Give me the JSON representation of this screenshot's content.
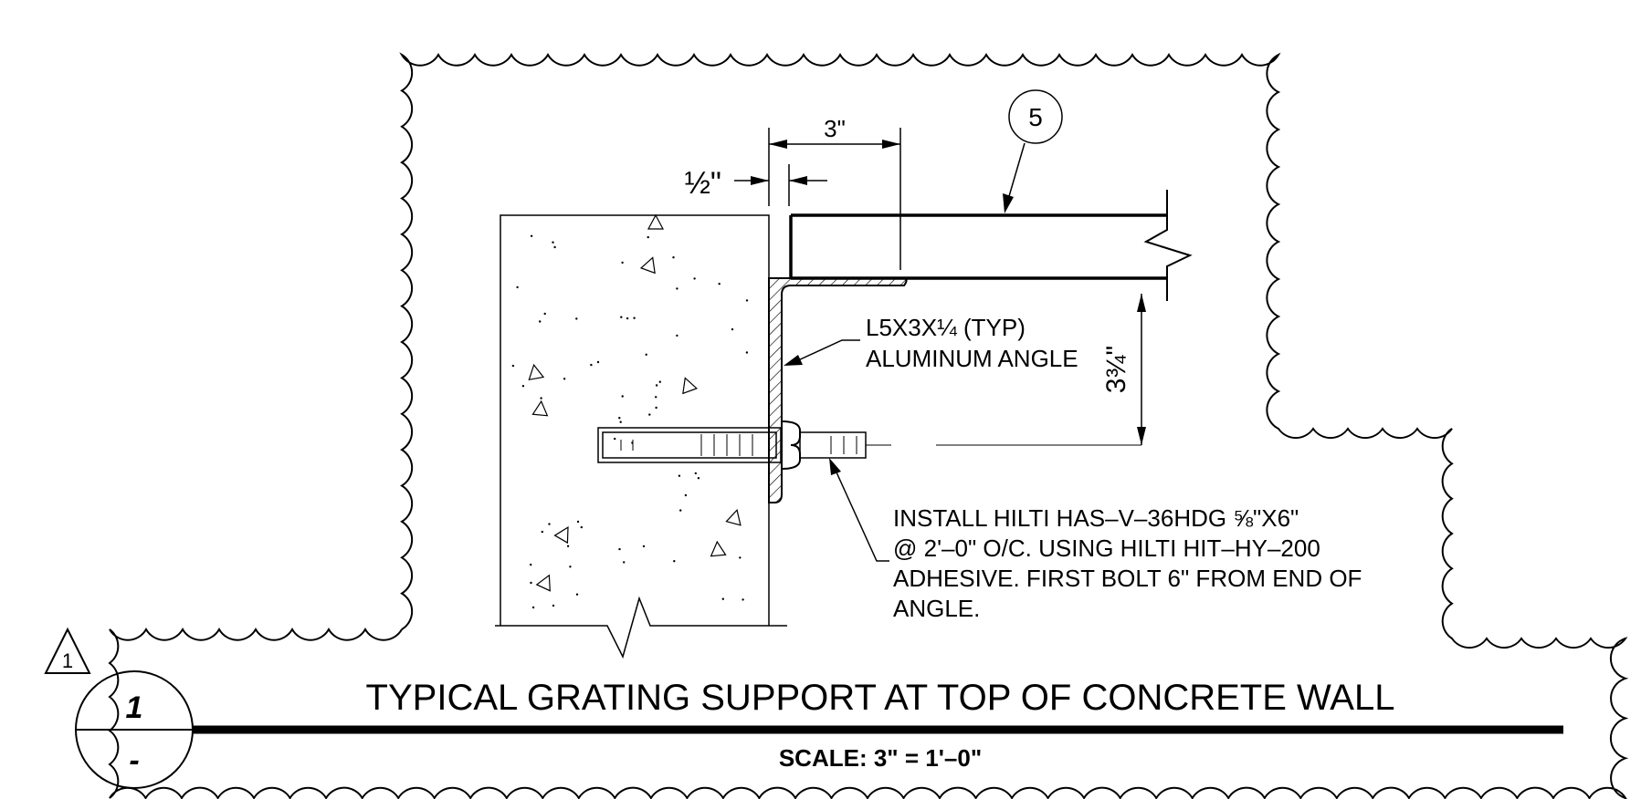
{
  "detail": {
    "number": "1",
    "sheet": "-",
    "revision": "1",
    "title": "TYPICAL GRATING SUPPORT AT TOP OF CONCRETE WALL",
    "scale": "SCALE:  3\" = 1'–0\""
  },
  "callouts": {
    "item_tag": "5",
    "angle_line1": "L5X3X¼ (TYP)",
    "angle_line2": "ALUMINUM ANGLE",
    "anchor_line1": "INSTALL HILTI HAS–V–36HDG ⅝\"X6\"",
    "anchor_line2": "@ 2'–0\" O/C. USING HILTI HIT–HY–200",
    "anchor_line3": "ADHESIVE. FIRST BOLT 6\" FROM END OF",
    "anchor_line4": "ANGLE."
  },
  "dimensions": {
    "top_width": "3\"",
    "gap": "½\"",
    "height": "3¾\""
  }
}
